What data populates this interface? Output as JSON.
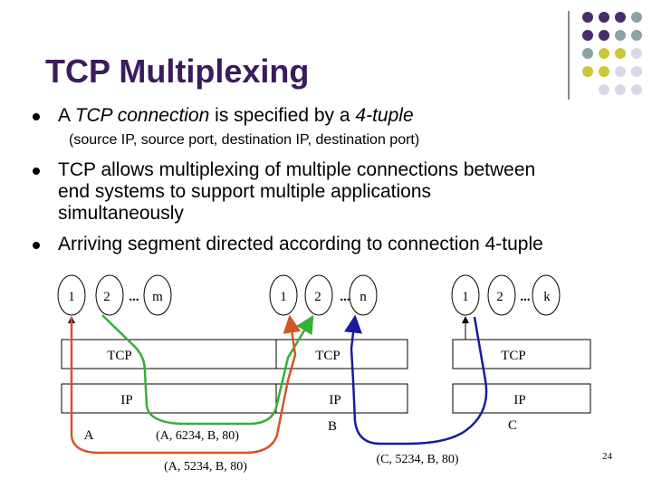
{
  "title": "TCP Multiplexing",
  "bullets": {
    "b1": {
      "pre": "A ",
      "em1": "TCP connection",
      "mid": " is specified by a ",
      "em2": "4-tuple"
    },
    "sub": "(source IP, source port, destination IP, destination port)",
    "b2_l1": "TCP allows multiplexing of multiple connections between",
    "b2_l2": "end systems to support multiple applications",
    "b2_l3": "simultaneously",
    "b3": "Arriving segment directed according to connection 4-tuple"
  },
  "hosts": {
    "a": {
      "p1": "1",
      "p2": "2",
      "ell": "...",
      "pn": "m",
      "tcp": "TCP",
      "ip": "IP",
      "name": "A"
    },
    "b": {
      "p1": "1",
      "p2": "2",
      "ell": "...",
      "pn": "n",
      "tcp": "TCP",
      "ip": "IP",
      "name": "B"
    },
    "c": {
      "p1": "1",
      "p2": "2",
      "ell": "...",
      "pn": "k",
      "tcp": "TCP",
      "ip": "IP",
      "name": "C"
    }
  },
  "tuples": {
    "green": "(A, 6234, B, 80)",
    "orange": "(A, 5234, B, 80)",
    "blue": "(C, 5234, B, 80)"
  },
  "colors": {
    "green": "#33b033",
    "orange": "#d2552a",
    "blue": "#1a1aa0",
    "title": "#3b1a5e"
  },
  "page_number": "24"
}
